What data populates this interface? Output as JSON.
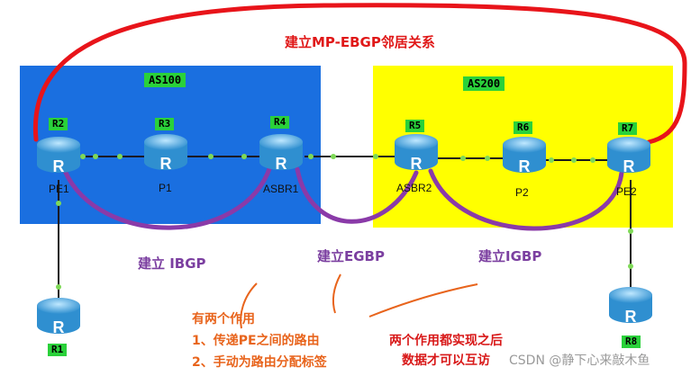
{
  "as_areas": [
    {
      "label": "AS100",
      "color": "#1a6fe0"
    },
    {
      "label": "AS200",
      "color": "#ffff00"
    }
  ],
  "routers": [
    {
      "tag": "R2",
      "name": "PE1"
    },
    {
      "tag": "R3",
      "name": "P1"
    },
    {
      "tag": "R4",
      "name": "ASBR1"
    },
    {
      "tag": "R5",
      "name": "ASBR2"
    },
    {
      "tag": "R6",
      "name": "P2"
    },
    {
      "tag": "R7",
      "name": "PE2"
    },
    {
      "tag": "R1",
      "name": ""
    },
    {
      "tag": "R8",
      "name": ""
    }
  ],
  "labels": {
    "mp_ebgp": "建立MP-EBGP邻居关系",
    "ibgp_left": "建立 IBGP",
    "ebgp": "建立EGBP",
    "ibgp_right": "建立IGBP"
  },
  "notes": {
    "roles_title": "有两个作用",
    "role_1": "1、传递PE之间的路由",
    "role_2": "2、手动为路由分配标签",
    "result_line1": "两个作用都实现之后",
    "result_line2": "数据才可以互访"
  },
  "watermark": "CSDN @静下心来敲木鱼",
  "colors": {
    "mp_ebgp_line": "#e8141a",
    "bgp_line": "#8a3aa8",
    "link_line": "#1a1a1a",
    "link_dot": "#7ed957",
    "router_body": "#48b4e6"
  },
  "icons": {
    "router": "router-icon"
  }
}
